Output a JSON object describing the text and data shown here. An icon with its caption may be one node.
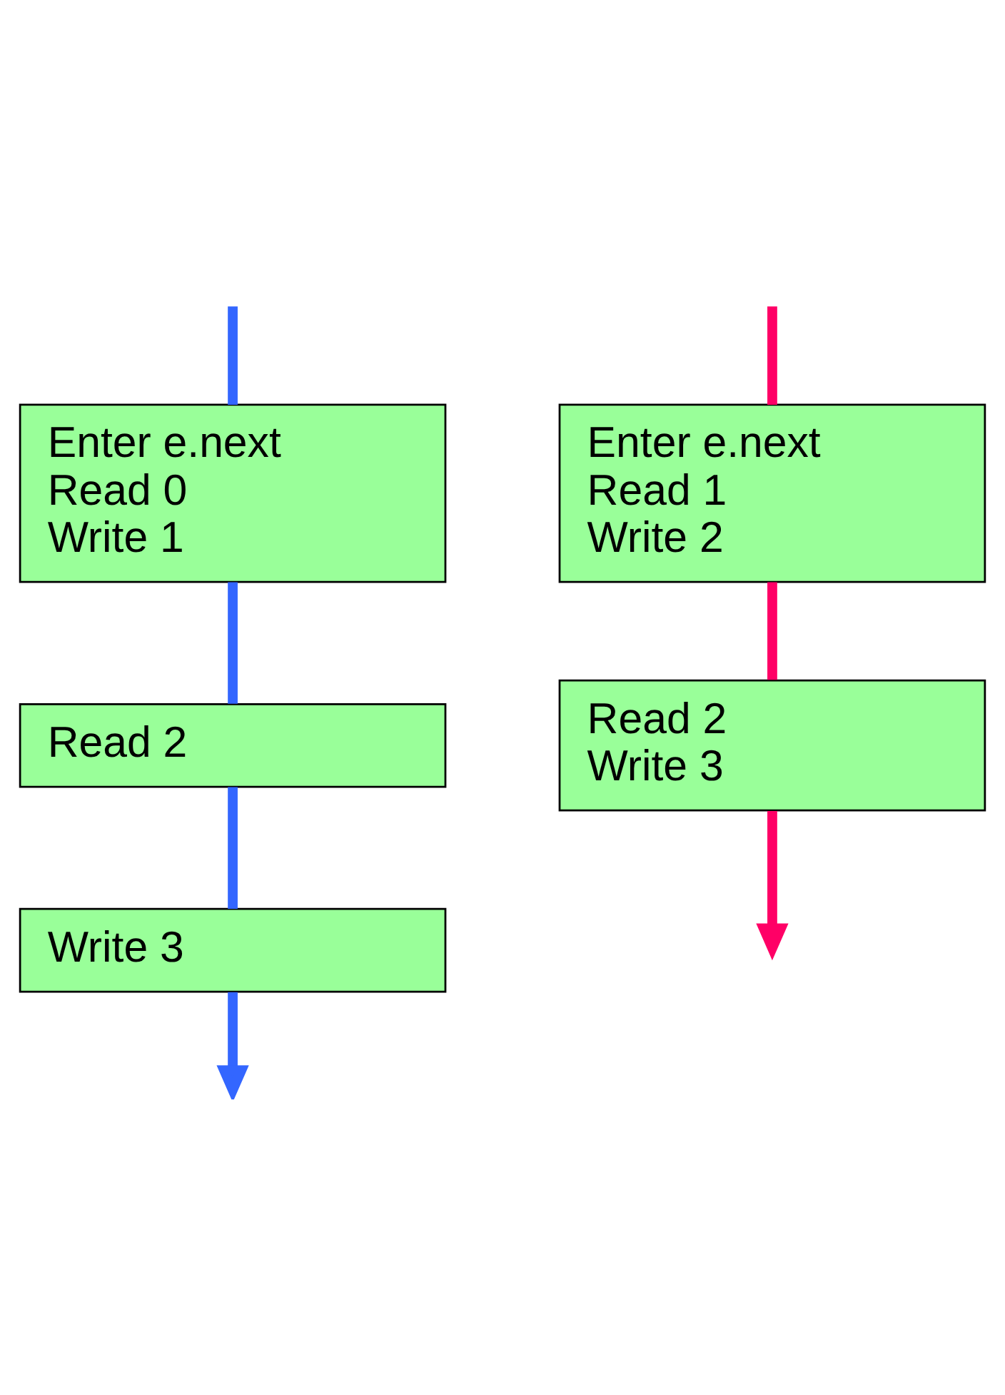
{
  "diagram": {
    "nodes": [
      {
        "text": [
          "Enter e.next",
          "Read 0",
          "Write 1"
        ]
      },
      {
        "text": [
          "Enter e.next",
          "Read 1",
          "Write 2"
        ]
      },
      {
        "text": [
          "Read 2"
        ]
      },
      {
        "text": [
          "Read 2",
          "Write 3"
        ]
      },
      {
        "text": [
          "Write 3"
        ]
      }
    ],
    "edges": [
      {
        "from": null,
        "to": 0,
        "arrow": "none",
        "color": "#3366ff"
      },
      {
        "from": 0,
        "to": 2,
        "arrow": "none",
        "color": "#3366ff"
      },
      {
        "from": 2,
        "to": 4,
        "arrow": "none",
        "color": "#3366ff"
      },
      {
        "from": 4,
        "to": null,
        "arrow": "to",
        "color": "#3366ff"
      },
      {
        "from": null,
        "to": 1,
        "arrow": "none",
        "color": "#ff0066"
      },
      {
        "from": 1,
        "to": 3,
        "arrow": "none",
        "color": "#ff0066"
      },
      {
        "from": 3,
        "to": null,
        "arrow": "to",
        "color": "#ff0066"
      }
    ]
  }
}
